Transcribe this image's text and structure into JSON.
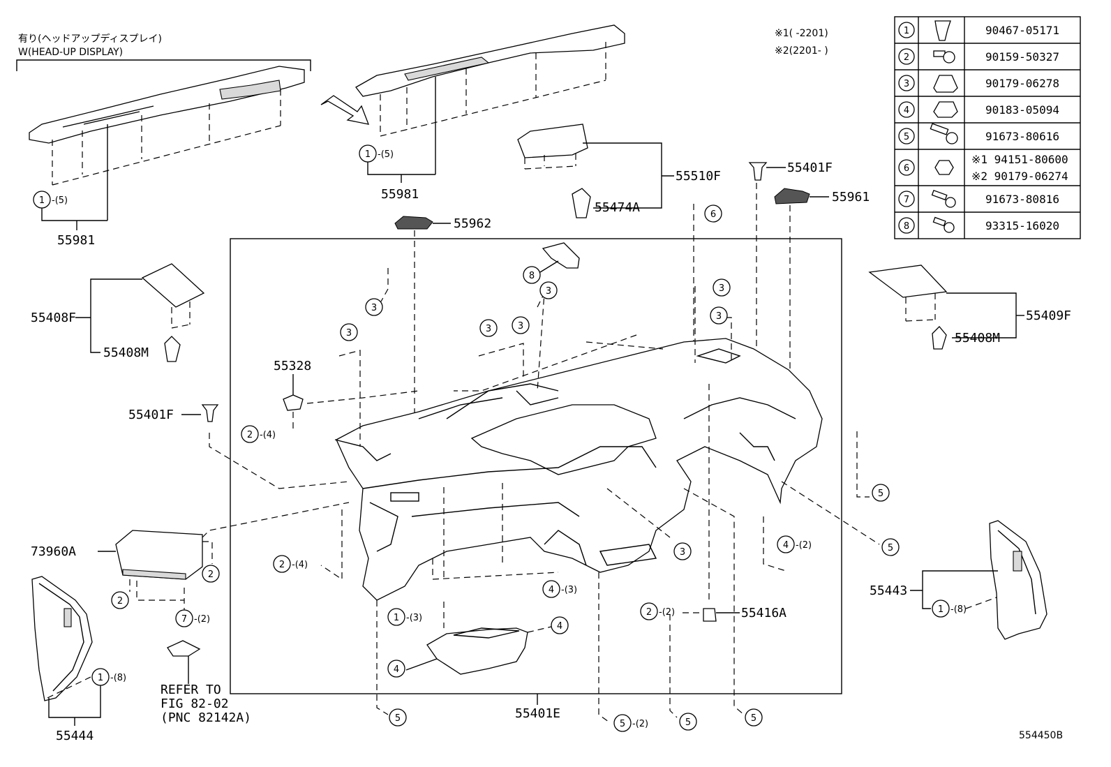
{
  "diagram_code": "554450B",
  "headup": {
    "jp": "有り(ヘッドアップディスプレイ)",
    "en": "W(HEAD-UP DISPLAY)"
  },
  "notes": [
    "※1(      -2201)",
    "※2(2201-      )"
  ],
  "callouts": {
    "c1": "1",
    "c2": "2",
    "c3": "3",
    "c4": "4",
    "c5": "5",
    "c6": "6",
    "c7": "7",
    "c8": "8"
  },
  "qty": {
    "q2": "-(2)",
    "q3": "-(3)",
    "q4": "-(4)",
    "q5": "-(5)",
    "q8": "-(8)"
  },
  "parts": {
    "p55981": "55981",
    "p55510F": "55510F",
    "p55474A": "55474A",
    "p55401F": "55401F",
    "p55961": "55961",
    "p55962": "55962",
    "p55408F": "55408F",
    "p55408M": "55408M",
    "p55409F": "55409F",
    "p55328": "55328",
    "p73960A": "73960A",
    "p55416A": "55416A",
    "p55443": "55443",
    "p55444": "55444",
    "p55401E": "55401E"
  },
  "refer": {
    "line1": "REFER TO",
    "line2": "FIG 82-02",
    "line3": "(PNC 82142A)"
  },
  "table": {
    "rows": [
      {
        "no": "1",
        "icon": "clip-icon",
        "part": "90467-05171"
      },
      {
        "no": "2",
        "icon": "screw-icon",
        "part": "90159-50327"
      },
      {
        "no": "3",
        "icon": "nut-clip-icon",
        "part": "90179-06278"
      },
      {
        "no": "4",
        "icon": "u-nut-icon",
        "part": "90183-05094"
      },
      {
        "no": "5",
        "icon": "bolt-icon",
        "part": "91673-80616"
      },
      {
        "no": "6",
        "icon": "hex-nut-icon",
        "part_a": "※1 94151-80600",
        "part_b": "※2 90179-06274"
      },
      {
        "no": "7",
        "icon": "bolt-icon",
        "part": "91673-80816"
      },
      {
        "no": "8",
        "icon": "bolt-icon",
        "part": "93315-16020"
      }
    ]
  }
}
